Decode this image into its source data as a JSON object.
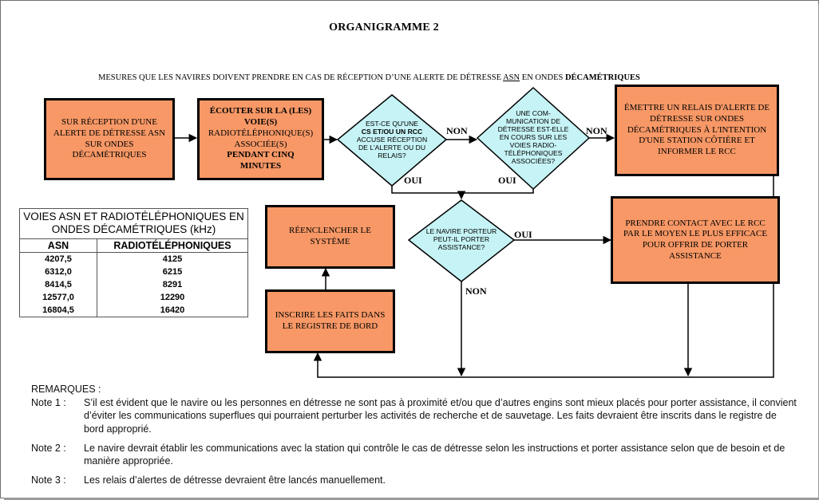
{
  "title": "ORGANIGRAMME 2",
  "subtitle": {
    "part1": "MESURES QUE LES NAVIRES DOIVENT PRENDRE EN CAS DE RÉCEPTION D’UNE ALERTE DE DÉTRESSE ",
    "asn": "ASN",
    "part2": " EN ONDES ",
    "bold": "DÉCAMÉTRIQUES"
  },
  "boxes": {
    "reception": "SUR RÉCEPTION D'UNE ALERTE DE DÉTRESSE ASN SUR ONDES DÉCAMÉTRIQUES",
    "ecouter_a": "ÉCOUTER SUR LA (LES) VOIE(S)",
    "ecouter_b": "RADIOTÉLÉPHONIQUE(S) ASSOCIÉE(S)",
    "ecouter_c": "PENDANT CINQ MINUTES",
    "emettre": "ÉMETTRE UN RELAIS D'ALERTE DE DÉTRESSE SUR ONDES DÉCAMÉTRIQUES À L'INTENTION D'UNE STATION CÔTIÈRE ET INFORMER LE RCC",
    "contact": "PRENDRE CONTACT AVEC LE RCC PAR LE MOYEN LE PLUS EFFICACE POUR OFFRIR DE PORTER ASSISTANCE",
    "reenclencher": "RÉENCLENCHER LE SYSTÈME",
    "inscrire": "INSCRIRE LES FAITS DANS LE REGISTRE DE BORD"
  },
  "diamonds": {
    "cs_rcc_a": "EST-CE QU'UNE",
    "cs_rcc_b": "CS ET/OU UN RCC",
    "cs_rcc_c": "ACCUSE RÉCEPTION DE L'ALERTE OU DU RELAIS?",
    "communication": "UNE COM-MUNICATION DE DÉTRESSE EST-ELLE EN COURS SUR LES VOIES RADIO-TÉLÉPHONIQUES ASSOCIÉES?",
    "porteur": "LE NAVIRE PORTEUR PEUT-IL PORTER ASSISTANCE?"
  },
  "labels": {
    "non1": "NON",
    "non2": "NON",
    "oui1": "OUI",
    "oui2": "OUI",
    "oui3": "OUI",
    "non3": "NON"
  },
  "voies": {
    "heading": "VOIES ASN ET RADIOTÉLÉPHONIQUES EN ONDES DÉCAMÉTRIQUES (kHz)",
    "col_asn": "ASN",
    "col_radio": "RADIOTÉLÉPHONIQUES",
    "rows": [
      [
        "4207,5",
        "4125"
      ],
      [
        "6312,0",
        "6215"
      ],
      [
        "8414,5",
        "8291"
      ],
      [
        "12577,0",
        "12290"
      ],
      [
        "16804,5",
        "16420"
      ]
    ]
  },
  "remarks": {
    "heading": "REMARQUES :",
    "notes": [
      {
        "label": "Note 1 :",
        "text": "S’il est évident que le navire ou les personnes en détresse ne sont pas à proximité et/ou que d’autres engins sont mieux placés pour porter assistance, il convient d’éviter les communications superflues qui pourraient perturber les activités de recherche et de sauvetage. Les faits devraient être inscrits dans le registre de bord approprié."
      },
      {
        "label": "Note 2 :",
        "text": "Le navire devrait établir les communications avec la station qui contrôle le cas de détresse selon les instructions et porter assistance selon que de besoin et de manière appropriée."
      },
      {
        "label": "Note 3 :",
        "text": "Les relais d’alertes de détresse devraient être lancés manuellement."
      }
    ]
  },
  "colors": {
    "box_fill": "#f79866",
    "diamond_fill": "#c6f3f5",
    "line": "#000000"
  }
}
